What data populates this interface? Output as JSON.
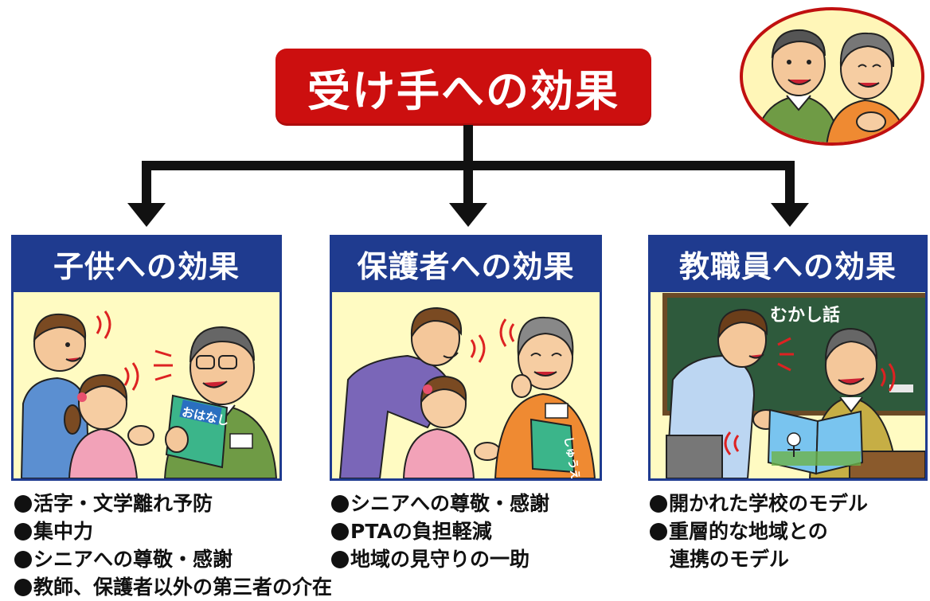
{
  "title": "受け手への効果",
  "categories": [
    {
      "heading": "子供への効果",
      "book_label": "おはなし",
      "bullets": [
        "活字・文学離れ予防",
        "集中力",
        "シニアへの尊敬・感謝",
        "教師、保護者以外の第三者の介在"
      ]
    },
    {
      "heading": "保護者への効果",
      "book_label": "しゅうえ",
      "bullets": [
        "シニアへの尊敬・感謝",
        "PTAの負担軽減",
        "地域の見守りの一助"
      ]
    },
    {
      "heading": "教職員への効果",
      "blackboard_text": "むかし話",
      "bullets": [
        "開かれた学校のモデル",
        "重層的な地域との",
        "連携のモデル"
      ]
    }
  ],
  "colors": {
    "title_red": "#cc0f0f",
    "header_blue": "#1f3b8f",
    "panel_yellow": "#fffbc2",
    "blackboard_green": "#2e5a3c"
  }
}
